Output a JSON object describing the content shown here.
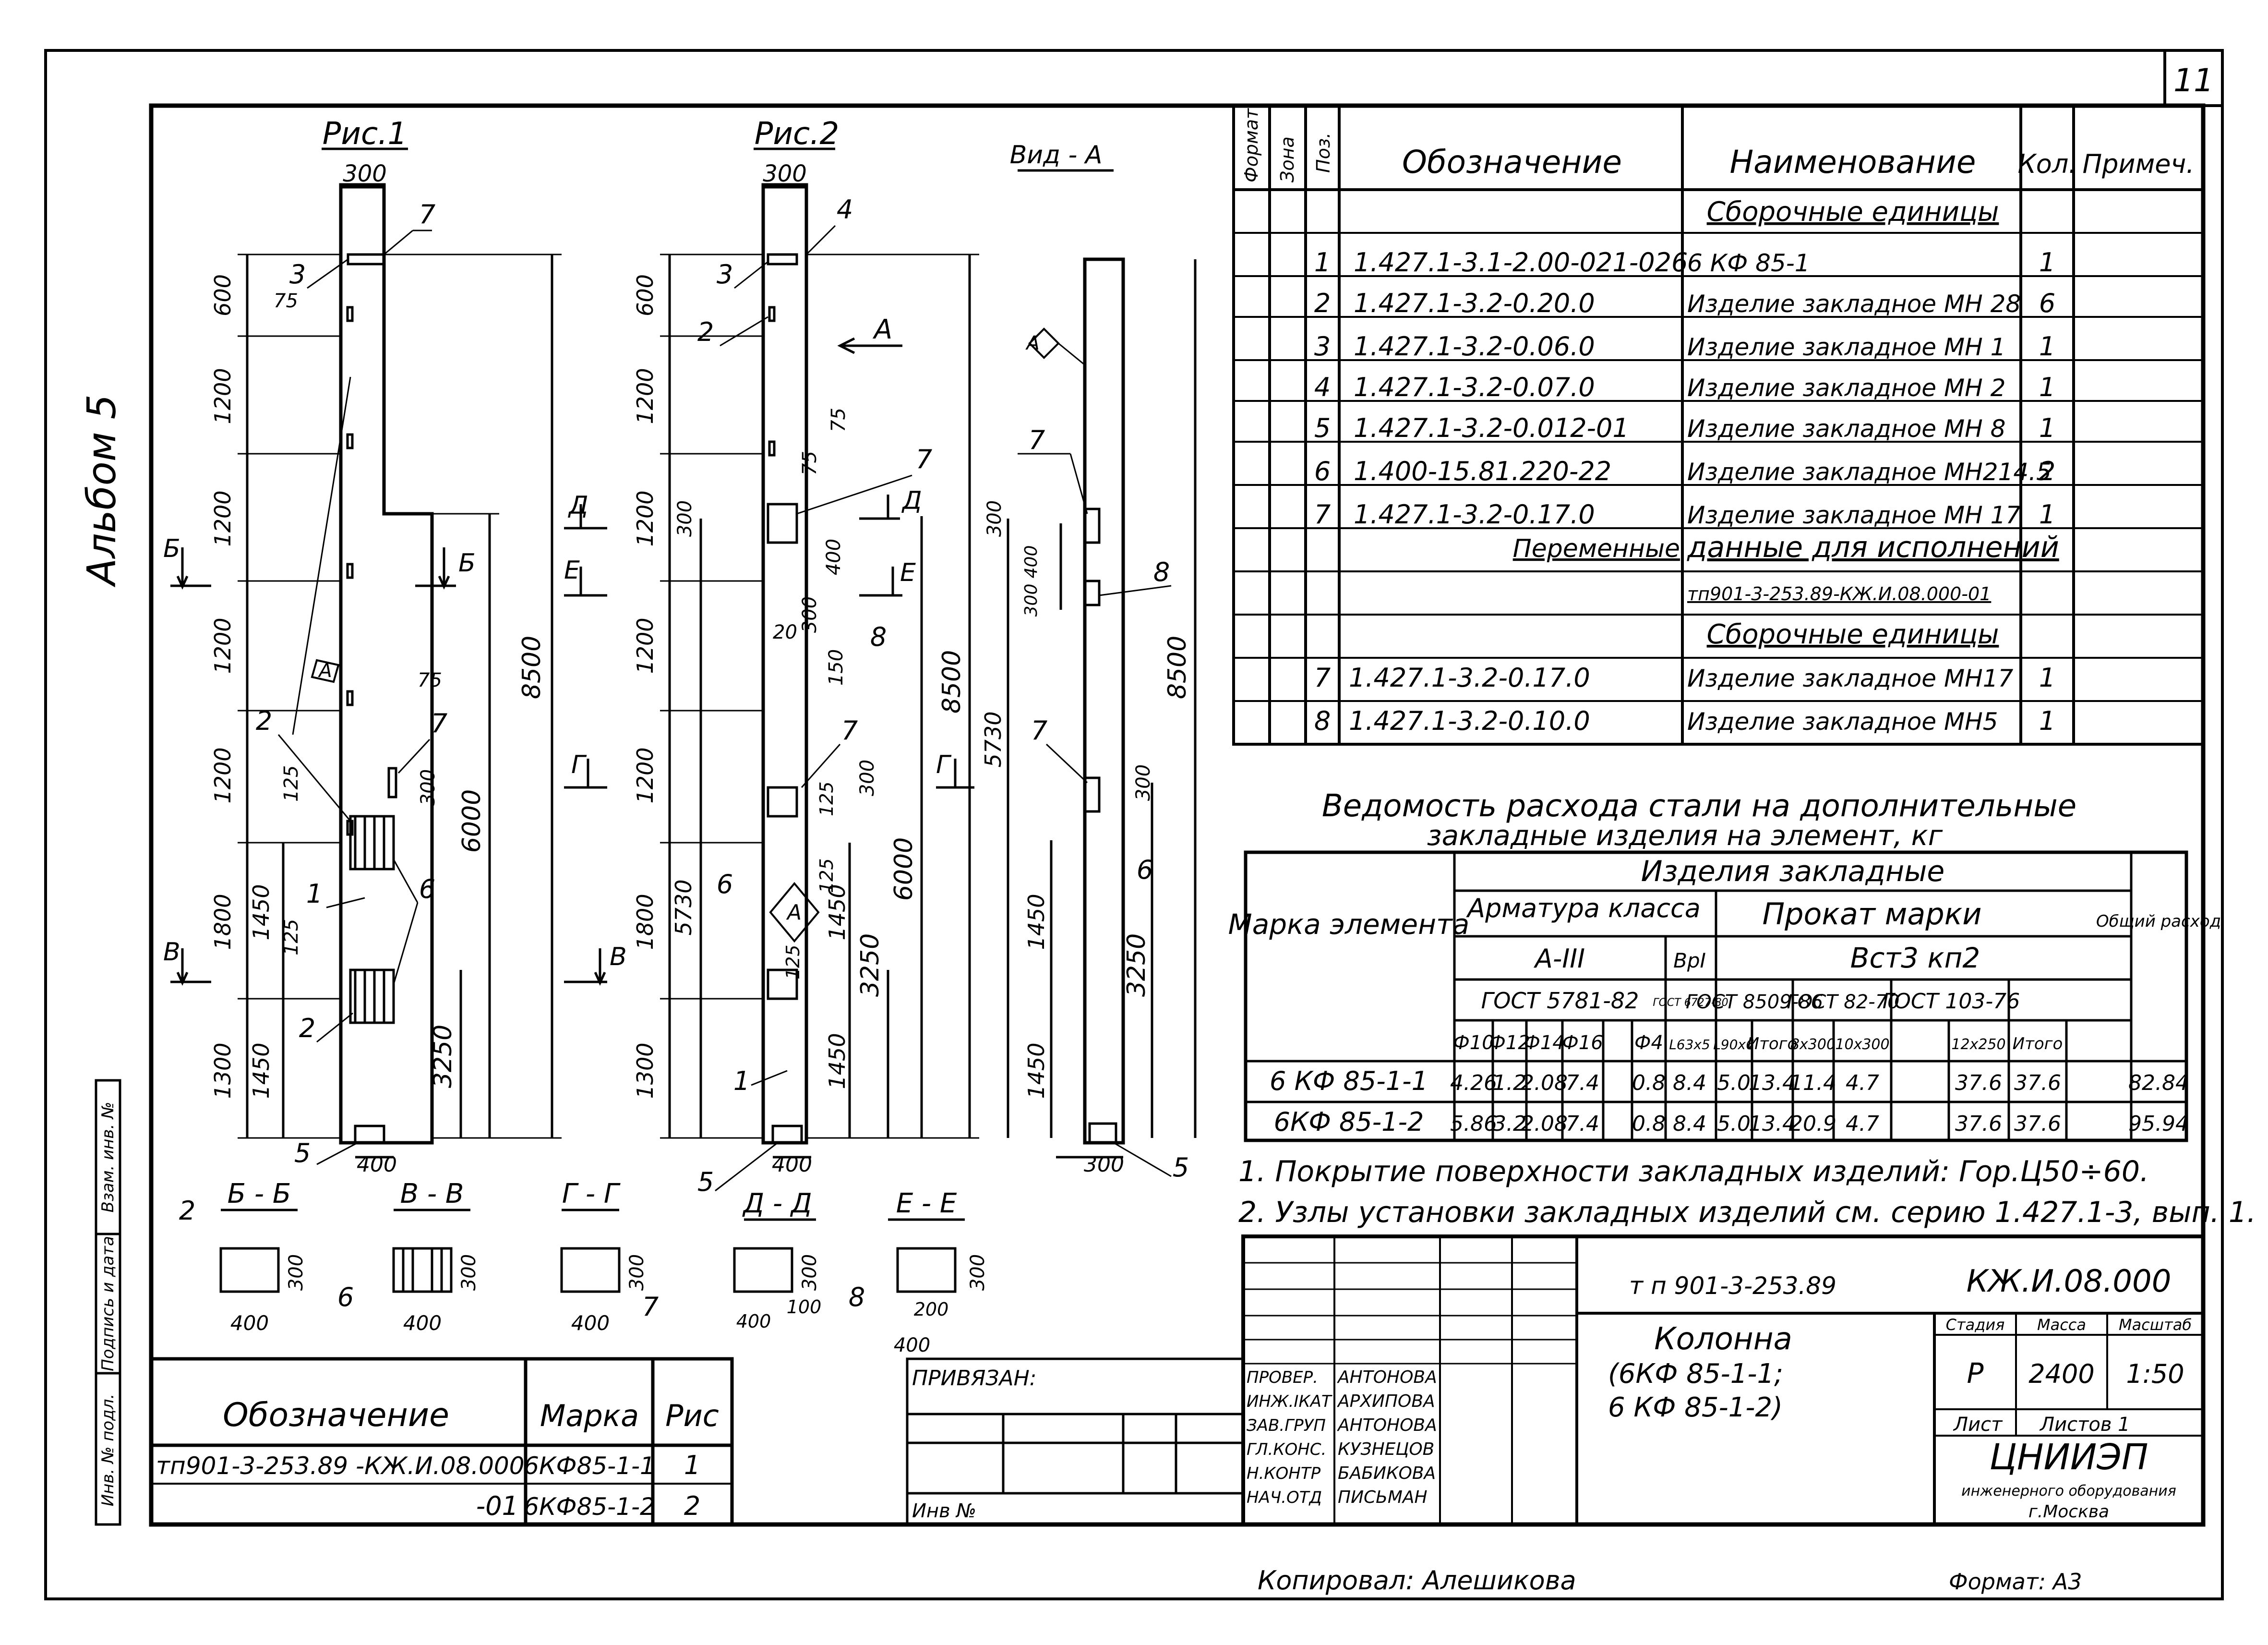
{
  "sheet": {
    "number": "11",
    "album": "Альбом 5"
  },
  "figures": {
    "fig1_title": "Рис.1",
    "fig2_title": "Рис.2",
    "view_title": "Вид - А",
    "fig1": {
      "width_top": "300",
      "left_dims": [
        "600",
        "1200",
        "1200",
        "1200",
        "1200",
        "1800",
        "1300"
      ],
      "inner_dims": [
        "1450",
        "1450"
      ],
      "small_dims": [
        "75",
        "75",
        "125",
        "125"
      ],
      "right_dims": [
        "8500",
        "6000",
        "3250",
        "300"
      ],
      "bottom": "400",
      "pos": [
        "1",
        "2",
        "2",
        "3",
        "4",
        "5",
        "6",
        "7"
      ],
      "mark": "А"
    },
    "fig2": {
      "width_top": "300",
      "left_dims": [
        "600",
        "1200",
        "1200",
        "1200",
        "1200",
        "1800",
        "1300"
      ],
      "extra_dims": [
        "5730",
        "300",
        "400",
        "300",
        "150",
        "20",
        "75",
        "75",
        "125",
        "125",
        "125"
      ],
      "inner_dims": [
        "1450",
        "1450"
      ],
      "right_dims": [
        "8500",
        "6000",
        "3250",
        "300"
      ],
      "bottom": "400",
      "pos": [
        "1",
        "2",
        "3",
        "4",
        "5",
        "6",
        "7",
        "8"
      ],
      "mark": "А",
      "arrow_label": "А"
    },
    "view": {
      "dims": [
        "300",
        "400",
        "300",
        "5730",
        "1450",
        "1450",
        "300",
        "3250",
        "8500",
        "300"
      ],
      "pos": [
        "7",
        "8",
        "7",
        "6",
        "5"
      ],
      "mark": "А"
    },
    "cuts": {
      "b": "Б",
      "v": "В",
      "g": "Г",
      "d": "Д",
      "e": "Е"
    }
  },
  "sections": [
    {
      "title": "Б - Б",
      "w": "400",
      "h": "300",
      "pos": "2"
    },
    {
      "title": "В - В",
      "w": "400",
      "h": "300",
      "pos": "6"
    },
    {
      "title": "Г - Г",
      "w": "400",
      "h": "300",
      "pos": "7"
    },
    {
      "title": "Д - Д",
      "w": "400",
      "h": "300",
      "extra": "100"
    },
    {
      "title": "Е - Е",
      "w": "400",
      "h": "300",
      "extra": "200",
      "pos": "8"
    }
  ],
  "spec": {
    "headers": {
      "format": "Формат",
      "zone": "Зона",
      "pos": "Поз.",
      "designation": "Обозначение",
      "name": "Наименование",
      "qty": "Кол.",
      "note": "Примеч."
    },
    "section_assembly": "Сборочные единицы",
    "rows": [
      {
        "pos": "1",
        "des": "1.427.1-3.1-2.00-021-026",
        "name": "6 КФ 85-1",
        "qty": "1"
      },
      {
        "pos": "2",
        "des": "1.427.1-3.2-0.20.0",
        "name": "Изделие закладное МН 28",
        "qty": "6"
      },
      {
        "pos": "3",
        "des": "1.427.1-3.2-0.06.0",
        "name": "Изделие закладное МН 1",
        "qty": "1"
      },
      {
        "pos": "4",
        "des": "1.427.1-3.2-0.07.0",
        "name": "Изделие закладное МН 2",
        "qty": "1"
      },
      {
        "pos": "5",
        "des": "1.427.1-3.2-0.012-01",
        "name": "Изделие закладное МН 8",
        "qty": "1"
      },
      {
        "pos": "6",
        "des": "1.400-15.81.220-22",
        "name": "Изделие закладное МН214.5",
        "qty": "2"
      },
      {
        "pos": "7",
        "des": "1.427.1-3.2-0.17.0",
        "name": "Изделие закладное МН 17",
        "qty": "1"
      }
    ],
    "variable_label_a": "Переменные",
    "variable_label_b": "данные для исполнений",
    "variant_code": "тп901-3-253.89-КЖ.И.08.000-01",
    "section_assembly_2": "Сборочные единицы",
    "rows2": [
      {
        "pos": "7",
        "des": "1.427.1-3.2-0.17.0",
        "name": "Изделие закладное МН17",
        "qty": "1"
      },
      {
        "pos": "8",
        "des": "1.427.1-3.2-0.10.0",
        "name": "Изделие закладное МН5",
        "qty": "1"
      }
    ]
  },
  "steel": {
    "title1": "Ведомость расхода стали на дополнительные",
    "title2": "закладные изделия на элемент, кг",
    "h_mark": "Марка элемента",
    "h_items": "Изделия закладные",
    "h_arm": "Арматура класса",
    "h_prokat": "Прокат марки",
    "h_a3": "А-III",
    "h_vr": "ВрI",
    "h_vst": "Вст3 кп2",
    "h_gost1": "ГОСТ 5781-82",
    "h_gost2": "ГОСТ 6727-80",
    "h_gost3": "ГОСТ 8509-86",
    "h_gost4": "ГОСТ 82-70",
    "h_gost5": "ГОСТ 103-76",
    "h_total": "Общий расход",
    "sub": [
      "Ф10",
      "Ф12",
      "Ф14",
      "Ф16",
      "Ф4",
      "L63x5",
      "L90x6",
      "Итого",
      "8x300",
      "10x300",
      "12x250",
      "Итого"
    ],
    "rows": [
      {
        "mark": "6 КФ 85-1-1",
        "v": [
          "4.26",
          "1.2",
          "2.08",
          "7.4",
          "0.8",
          "8.4",
          "5.0",
          "13.4",
          "11.4",
          "4.7",
          "37.6",
          "37.6"
        ],
        "total": "82.84"
      },
      {
        "mark": "6КФ 85-1-2",
        "v": [
          "5.86",
          "3.2",
          "2.08",
          "7.4",
          "0.8",
          "8.4",
          "5.0",
          "13.4",
          "20.9",
          "4.7",
          "37.6",
          "37.6"
        ],
        "total": "95.94"
      }
    ]
  },
  "notes": [
    "1. Покрытие поверхности закладных изделий: Гор.Ц50÷60.",
    "2. Узлы установки закладных изделий см. серию 1.427.1-3, вып. 1."
  ],
  "marks_table": {
    "h_des": "Обозначение",
    "h_mark": "Марка",
    "h_fig": "Рис",
    "rows": [
      {
        "des": "тп901-3-253.89 -КЖ.И.08.000",
        "mark": "6КФ85-1-1",
        "fig": "1"
      },
      {
        "des": "-01",
        "mark": "6КФ85-1-2",
        "fig": "2"
      }
    ]
  },
  "side_stamp": [
    "Инв. № подл.",
    "Подпись и дата",
    "Взам. инв. №"
  ],
  "privyazan": "ПРИВЯЗАН:",
  "inv": "Инв №",
  "stamp": {
    "project": "т п 901-3-253.89",
    "code": "КЖ.И.08.000",
    "title": [
      "Колонна",
      "(6КФ 85-1-1;",
      "6 КФ 85-1-2)"
    ],
    "people": [
      {
        "role": "ПРОВЕР.",
        "name": "АНТОНОВА"
      },
      {
        "role": "ИНЖ.IКАТ",
        "name": "АРХИПОВА"
      },
      {
        "role": "ЗАВ.ГРУП",
        "name": "АНТОНОВА"
      },
      {
        "role": "ГЛ.КОНС.",
        "name": "КУЗНЕЦОВ"
      },
      {
        "role": "Н.КОНТР",
        "name": "БАБИКОВА"
      },
      {
        "role": "НАЧ.ОТД",
        "name": "ПИСЬМАН"
      }
    ],
    "stage_h": "Стадия",
    "mass_h": "Масса",
    "scale_h": "Масштаб",
    "stage": "Р",
    "mass": "2400",
    "scale": "1:50",
    "sheet_h": "Лист",
    "sheets_h": "Листов 1",
    "org1": "ЦНИИЭП",
    "org2": "инженерного оборудования",
    "org3": "г.Москва"
  },
  "footer": {
    "copied": "Копировал: Алешикова",
    "format": "Формат: А3"
  }
}
